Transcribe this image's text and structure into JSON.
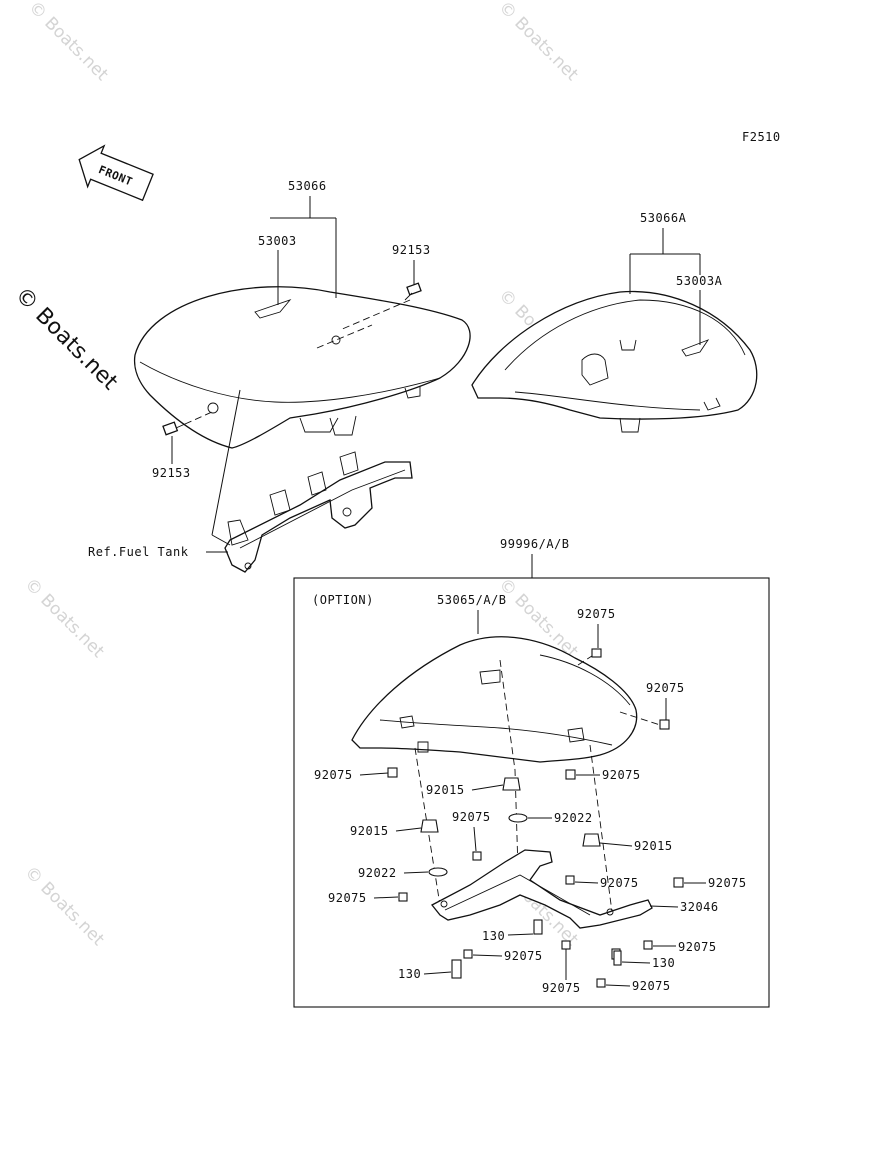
{
  "figure_code": "F2510",
  "front_arrow_label": "FRONT",
  "watermark": "© Boats.net",
  "side_watermark": "© Boats.net",
  "labels": {
    "seat_assy": "53066",
    "seat_cover": "53003",
    "bolt_a": "92153",
    "bolt_b": "92153",
    "ref_fuel_tank": "Ref.Fuel Tank",
    "seat_assy_a": "53066A",
    "seat_cover_a": "53003A",
    "kit": "99996/A/B",
    "option": "(OPTION)",
    "cover": "53065/A/B",
    "b1": "92075",
    "b2": "92075",
    "b3": "92075",
    "b4": "92075",
    "n1": "92015",
    "n2": "92015",
    "n3": "92015",
    "w1": "92022",
    "w2": "92022",
    "b5": "92075",
    "b6": "92075",
    "b7": "92075",
    "b8": "92075",
    "bracket": "32046",
    "s1": "130",
    "b9": "92075",
    "b10": "92075",
    "s2": "130",
    "s3": "130",
    "b11": "92075",
    "b12": "92075"
  }
}
